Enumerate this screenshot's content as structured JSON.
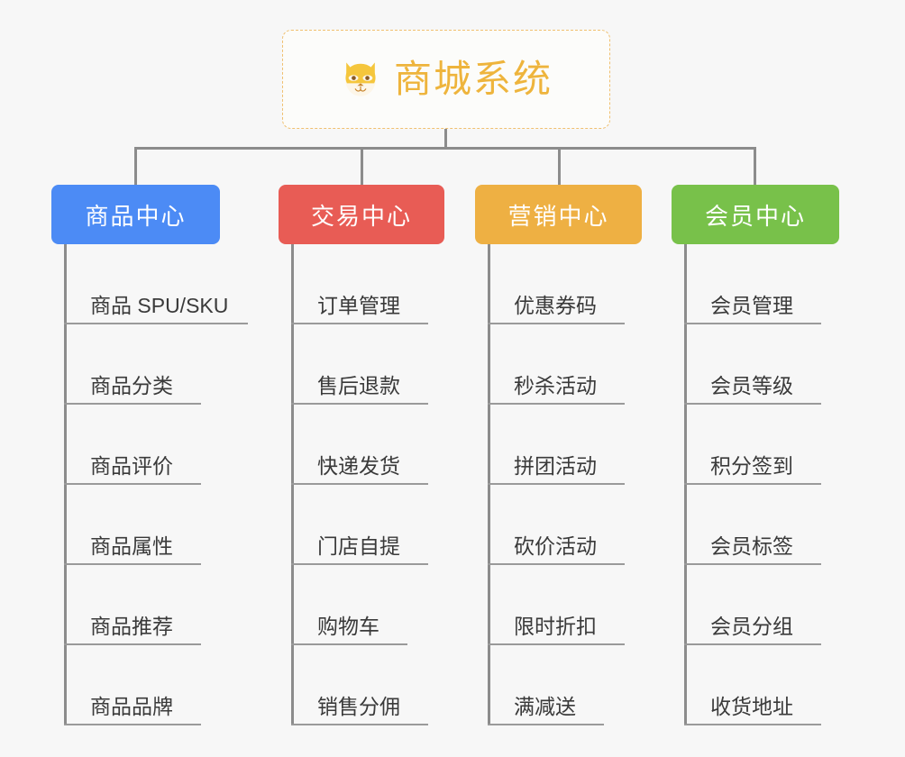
{
  "diagram": {
    "type": "organization-tree",
    "background_color": "#f7f7f7",
    "connector_color": "#8c8c8c",
    "root": {
      "title": "商城系统",
      "icon": "dog-face-icon",
      "border_color": "#f0c070",
      "text_color": "#eeb43c",
      "background_color": "#fcfcfa"
    },
    "columns": [
      {
        "label": "商品中心",
        "color": "#4c8bf5",
        "items": [
          "商品 SPU/SKU",
          "商品分类",
          "商品评价",
          "商品属性",
          "商品推荐",
          "商品品牌"
        ]
      },
      {
        "label": "交易中心",
        "color": "#e85c55",
        "items": [
          "订单管理",
          "售后退款",
          "快递发货",
          "门店自提",
          "购物车",
          "销售分佣"
        ]
      },
      {
        "label": "营销中心",
        "color": "#eeb043",
        "items": [
          "优惠券码",
          "秒杀活动",
          "拼团活动",
          "砍价活动",
          "限时折扣",
          "满减送"
        ]
      },
      {
        "label": "会员中心",
        "color": "#78c14a",
        "items": [
          "会员管理",
          "会员等级",
          "积分签到",
          "会员标签",
          "会员分组",
          "收货地址"
        ]
      }
    ]
  }
}
